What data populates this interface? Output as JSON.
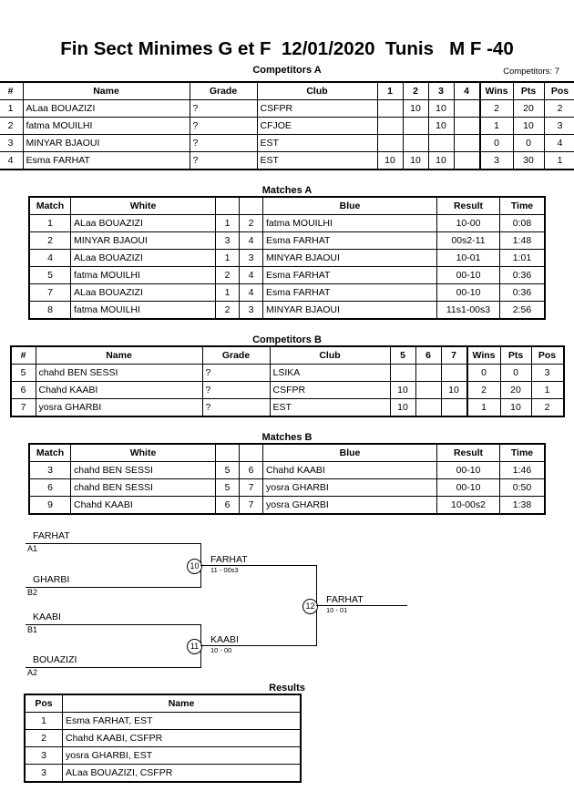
{
  "header": {
    "title": "Fin Sect Minimes G et F  12/01/2020  Tunis   M F -40",
    "competitors_label": "Competitors: 7"
  },
  "pools": [
    {
      "caption": "Competitors A",
      "columns": [
        "#",
        "Name",
        "Grade",
        "Club",
        "1",
        "2",
        "3",
        "4",
        "Wins",
        "Pts",
        "Pos"
      ],
      "rows": [
        {
          "num": "1",
          "name": "ALaa BOUAZIZI",
          "grade": "?",
          "club": "CSFPR",
          "scores": [
            "",
            "10",
            "10",
            ""
          ],
          "wins": "2",
          "pts": "20",
          "pos": "2"
        },
        {
          "num": "2",
          "name": "fatma MOUILHI",
          "grade": "?",
          "club": "CFJOE",
          "scores": [
            "",
            "",
            "10",
            ""
          ],
          "wins": "1",
          "pts": "10",
          "pos": "3"
        },
        {
          "num": "3",
          "name": "MINYAR BJAOUI",
          "grade": "?",
          "club": "EST",
          "scores": [
            "",
            "",
            "",
            ""
          ],
          "wins": "0",
          "pts": "0",
          "pos": "4"
        },
        {
          "num": "4",
          "name": "Esma FARHAT",
          "grade": "?",
          "club": "EST",
          "scores": [
            "10",
            "10",
            "10",
            ""
          ],
          "wins": "3",
          "pts": "30",
          "pos": "1"
        }
      ]
    },
    {
      "caption": "Competitors B",
      "columns": [
        "#",
        "Name",
        "Grade",
        "Club",
        "5",
        "6",
        "7",
        "Wins",
        "Pts",
        "Pos"
      ],
      "rows": [
        {
          "num": "5",
          "name": "chahd BEN SESSI",
          "grade": "?",
          "club": "LSIKA",
          "scores": [
            "",
            "",
            ""
          ],
          "wins": "0",
          "pts": "0",
          "pos": "3"
        },
        {
          "num": "6",
          "name": "Chahd KAABI",
          "grade": "?",
          "club": "CSFPR",
          "scores": [
            "10",
            "",
            "10"
          ],
          "wins": "2",
          "pts": "20",
          "pos": "1"
        },
        {
          "num": "7",
          "name": "yosra GHARBI",
          "grade": "?",
          "club": "EST",
          "scores": [
            "10",
            "",
            ""
          ],
          "wins": "1",
          "pts": "10",
          "pos": "2"
        }
      ]
    }
  ],
  "match_tables": [
    {
      "caption": "Matches A",
      "columns": [
        "Match",
        "White",
        "Result",
        "Time"
      ],
      "rows": [
        {
          "match": "1",
          "white": "ALaa BOUAZIZI",
          "sw": "1",
          "sb": "2",
          "blue": "fatma MOUILHI",
          "result": "10-00",
          "time": "0:08"
        },
        {
          "match": "2",
          "white": "MINYAR BJAOUI",
          "sw": "3",
          "sb": "4",
          "blue": "Esma FARHAT",
          "result": "00s2-11",
          "time": "1:48"
        },
        {
          "match": "4",
          "white": "ALaa BOUAZIZI",
          "sw": "1",
          "sb": "3",
          "blue": "MINYAR BJAOUI",
          "result": "10-01",
          "time": "1:01"
        },
        {
          "match": "5",
          "white": "fatma MOUILHI",
          "sw": "2",
          "sb": "4",
          "blue": "Esma FARHAT",
          "result": "00-10",
          "time": "0:36"
        },
        {
          "match": "7",
          "white": "ALaa BOUAZIZI",
          "sw": "1",
          "sb": "4",
          "blue": "Esma FARHAT",
          "result": "00-10",
          "time": "0:36"
        },
        {
          "match": "8",
          "white": "fatma MOUILHI",
          "sw": "2",
          "sb": "3",
          "blue": "MINYAR BJAOUI",
          "result": "11s1-00s3",
          "time": "2:56"
        }
      ]
    },
    {
      "caption": "Matches B",
      "columns": [
        "Match",
        "White",
        "Result",
        "Time"
      ],
      "rows": [
        {
          "match": "3",
          "white": "chahd BEN SESSI",
          "sw": "5",
          "sb": "6",
          "blue": "Chahd KAABI",
          "result": "00-10",
          "time": "1:46"
        },
        {
          "match": "6",
          "white": "chahd BEN SESSI",
          "sw": "5",
          "sb": "7",
          "blue": "yosra GHARBI",
          "result": "00-10",
          "time": "0:50"
        },
        {
          "match": "9",
          "white": "Chahd KAABI",
          "sw": "6",
          "sb": "7",
          "blue": "yosra GHARBI",
          "result": "10-00s2",
          "time": "1:38"
        }
      ]
    }
  ],
  "bracket": {
    "entries": [
      {
        "name": "FARHAT",
        "seed": "A1"
      },
      {
        "name": "GHARBI",
        "seed": "B2"
      },
      {
        "name": "KAABI",
        "seed": "B1"
      },
      {
        "name": "BOUAZIZI",
        "seed": "A2"
      }
    ],
    "nodes": [
      {
        "number": "10",
        "winner": "FARHAT",
        "score": "11 - 00s3"
      },
      {
        "number": "11",
        "winner": "KAABI",
        "score": "10 - 00"
      },
      {
        "number": "12",
        "winner": "FARHAT",
        "score": "10 - 01"
      }
    ]
  },
  "results": {
    "caption": "Results",
    "columns": [
      "Pos",
      "Name"
    ],
    "rows": [
      {
        "pos": "1",
        "name": "Esma FARHAT, EST"
      },
      {
        "pos": "2",
        "name": "Chahd KAABI, CSFPR"
      },
      {
        "pos": "3",
        "name": "yosra GHARBI, EST"
      },
      {
        "pos": "3",
        "name": "ALaa BOUAZIZI, CSFPR"
      }
    ]
  }
}
